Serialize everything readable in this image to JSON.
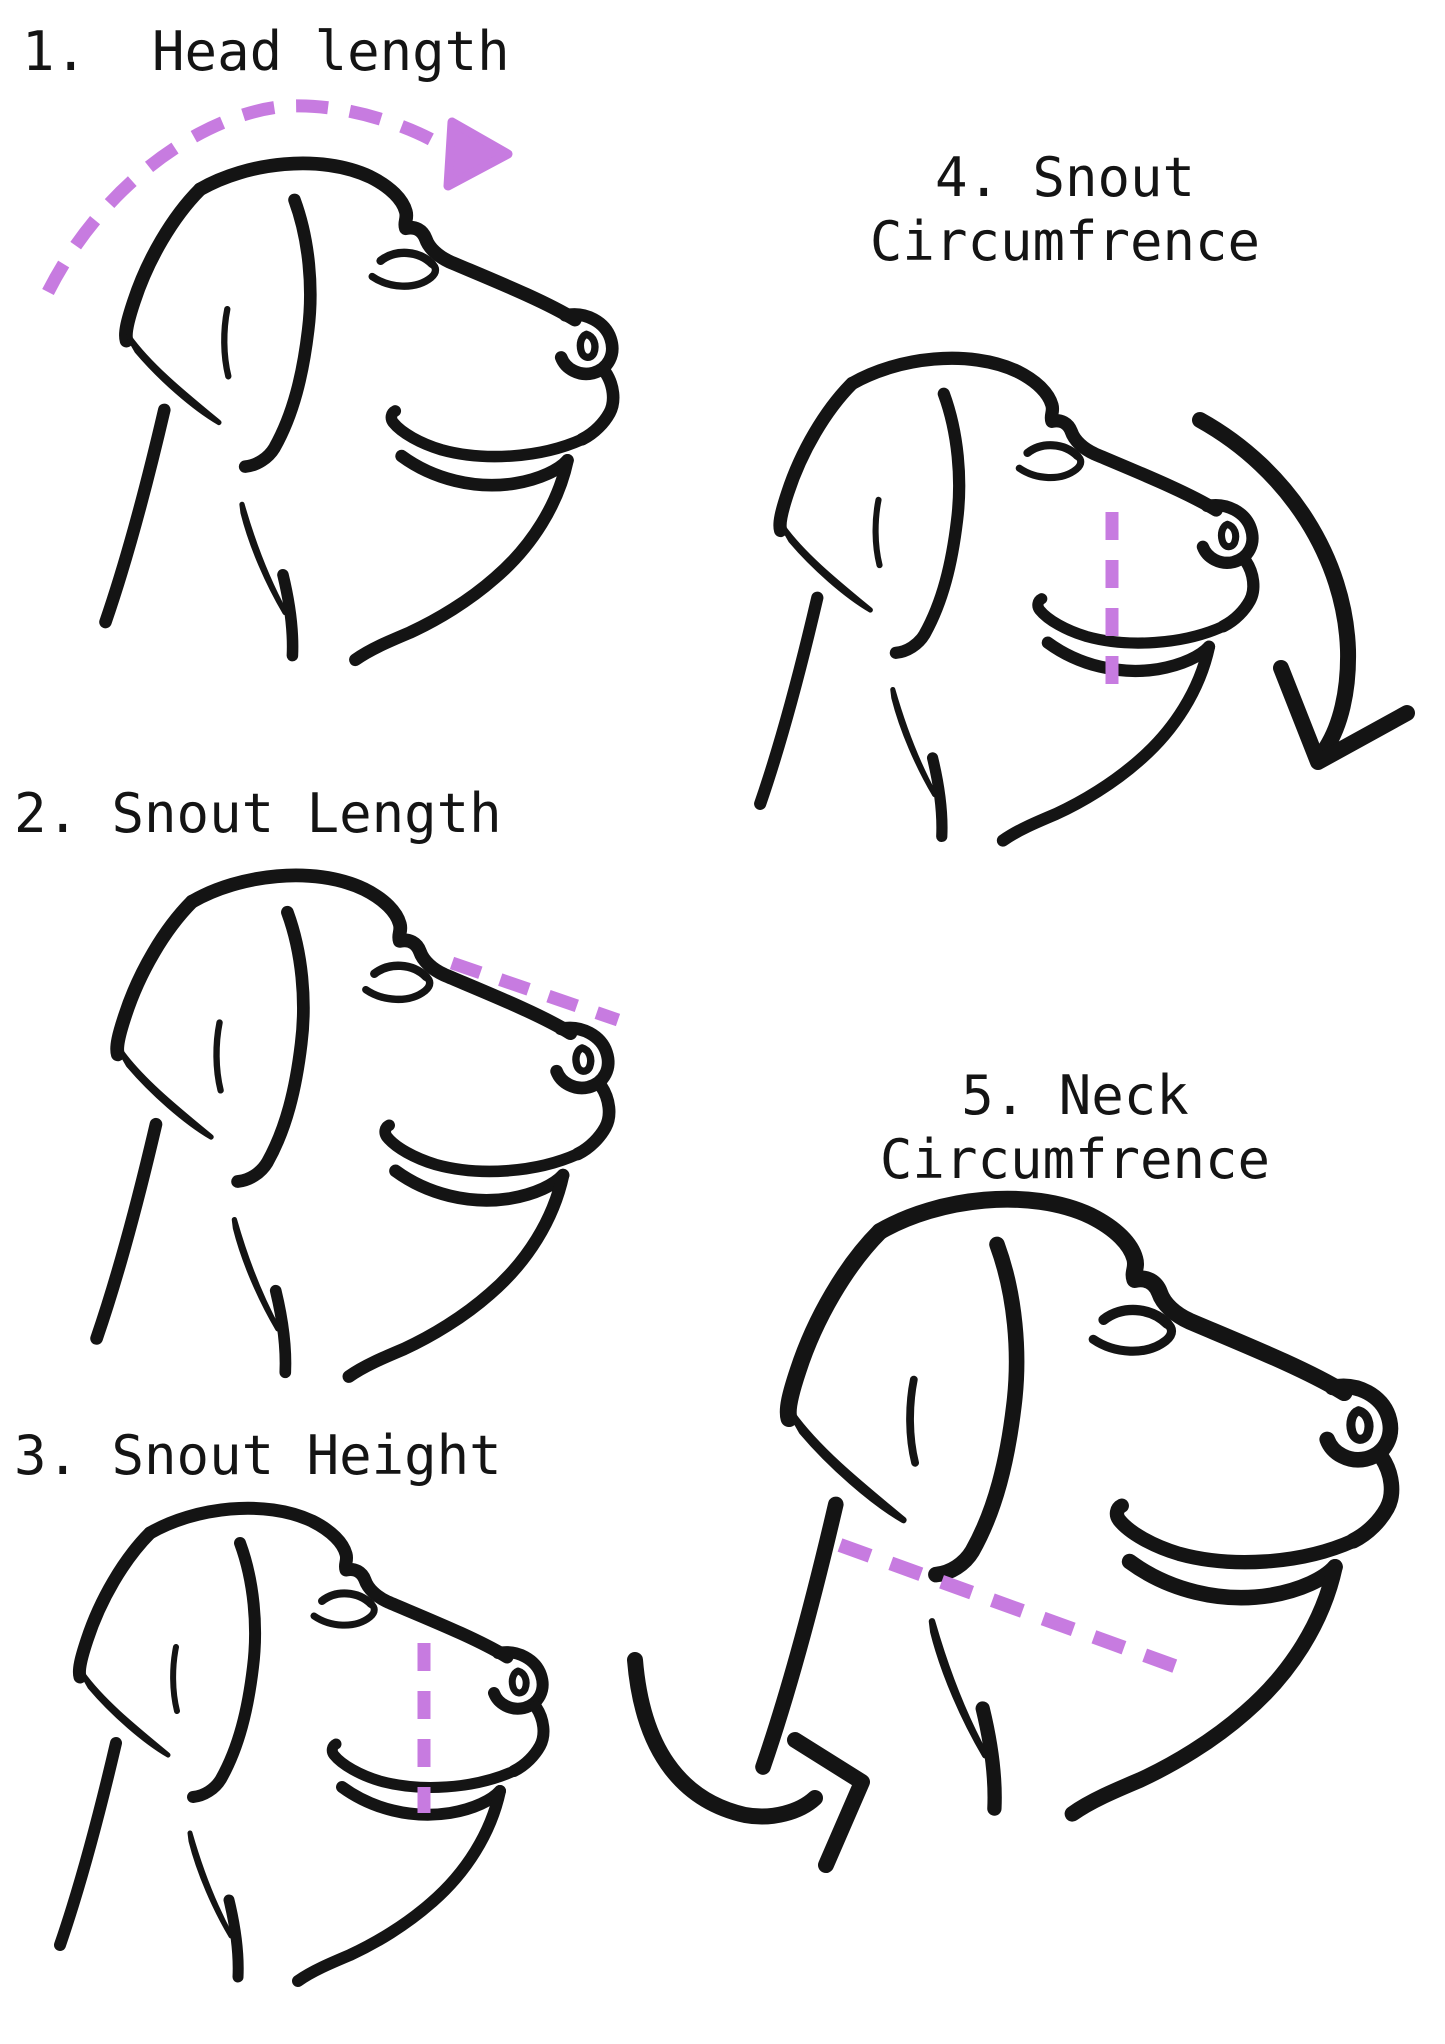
{
  "page": {
    "background": "#ffffff",
    "ink": "#141414",
    "accent": "#c77be0",
    "title_implied": "Dog measuring guide"
  },
  "steps": [
    {
      "number": "1.",
      "name": "Head length",
      "display": "1.  Head length"
    },
    {
      "number": "2.",
      "name": "Snout Length",
      "display": "2. Snout Length"
    },
    {
      "number": "3.",
      "name": "Snout Height",
      "display": "3. Snout Height"
    },
    {
      "number": "4.",
      "name": "Snout Circumfrence",
      "line1": "4. Snout",
      "line2": "Circumfrence"
    },
    {
      "number": "5.",
      "name": "Neck Circumfrence",
      "line1": "5. Neck",
      "line2": "Circumfrence"
    }
  ],
  "icons": [
    "dog-head-icon",
    "head-length-dashed-arrow",
    "snout-length-dash",
    "snout-height-dash",
    "snout-circumference-dash",
    "snout-circumference-curved-arrow",
    "neck-circumference-dash",
    "neck-circumference-curved-arrow"
  ]
}
